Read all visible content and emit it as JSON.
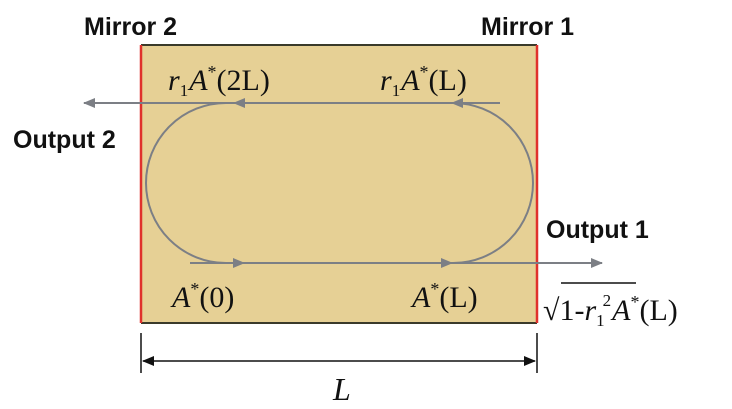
{
  "labels": {
    "mirror_left": "Mirror 2",
    "mirror_right": "Mirror 1",
    "output_left": "Output 2",
    "output_right": "Output 1",
    "length": "L"
  },
  "field_labels": {
    "top_left": {
      "coef": "r",
      "coef_sub": "1",
      "amp": "A",
      "star": "*",
      "arg": "(2L)"
    },
    "top_right": {
      "coef": "r",
      "coef_sub": "1",
      "amp": "A",
      "star": "*",
      "arg": "(L)"
    },
    "bottom_left": {
      "amp": "A",
      "star": "*",
      "arg": "(0)"
    },
    "bottom_right": {
      "amp": "A",
      "star": "*",
      "arg": "(L)"
    },
    "transmitted": {
      "root": "√",
      "one": "1-",
      "r": "r",
      "r_sub": "1",
      "r_sup": "2",
      "amp": "A",
      "star": "*",
      "arg": "(L)"
    }
  },
  "colors": {
    "cavity_fill": "#e6d095",
    "mirror": "#e0312c",
    "cavity_border": "#3a3a2a",
    "beam": "#7c7f85",
    "text": "#111111"
  }
}
